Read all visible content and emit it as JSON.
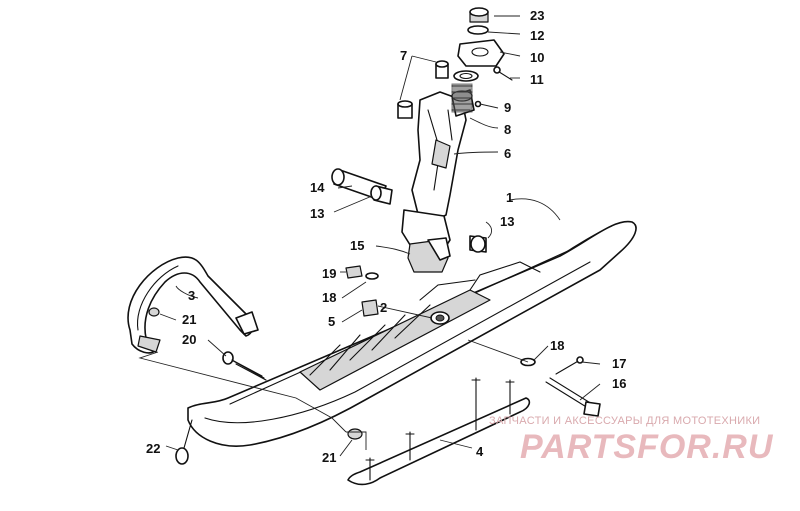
{
  "callouts": {
    "p1": "1",
    "p2": "2",
    "p3": "3",
    "p4": "4",
    "p5": "5",
    "p6": "6",
    "p7": "7",
    "p8": "8",
    "p9": "9",
    "p10": "10",
    "p11": "11",
    "p12": "12",
    "p13a": "13",
    "p13b": "13",
    "p14": "14",
    "p15": "15",
    "p16": "16",
    "p17": "17",
    "p18a": "18",
    "p18b": "18",
    "p19": "19",
    "p20": "20",
    "p21a": "21",
    "p21b": "21",
    "p22": "22",
    "p23": "23"
  },
  "watermark": {
    "tagline": "ЗАПЧАСТИ И АКСЕССУАРЫ ДЛЯ МОТОТЕХНИКИ",
    "logo": "PARTSFOR.RU"
  }
}
